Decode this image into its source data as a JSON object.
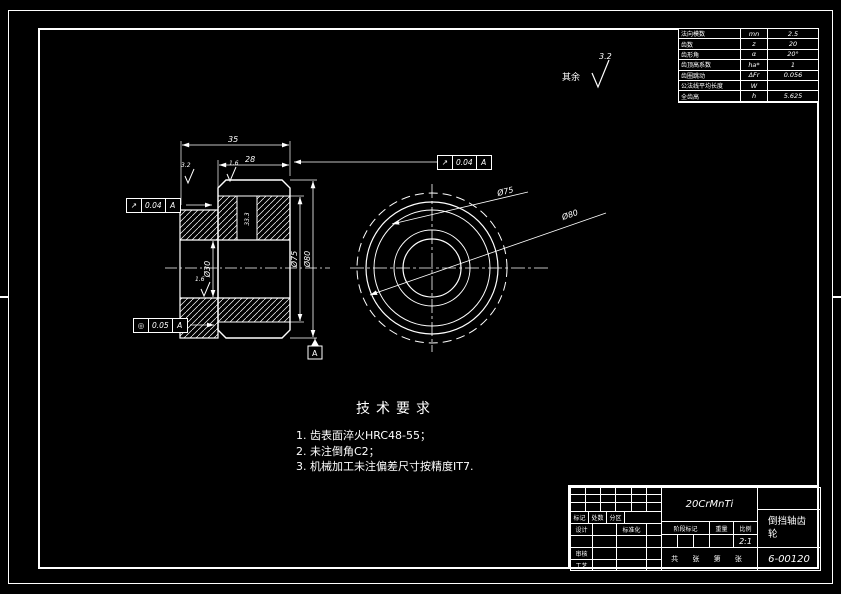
{
  "drawing": {
    "surface_note": {
      "label": "其余",
      "roughness": "3.2"
    },
    "gear_table": {
      "rows": [
        {
          "label": "法向模数",
          "symbol": "mn",
          "value": "2.5"
        },
        {
          "label": "齿数",
          "symbol": "z",
          "value": "20"
        },
        {
          "label": "齿形角",
          "symbol": "α",
          "value": "20°"
        },
        {
          "label": "齿顶高系数",
          "symbol": "ha*",
          "value": "1"
        },
        {
          "label": "齿圈跳动",
          "symbol": "ΔFr",
          "value": "0.056"
        },
        {
          "label": "公法线平均长度",
          "symbol": "W",
          "value": ""
        },
        {
          "label": "全齿高",
          "symbol": "h",
          "value": "5.625"
        }
      ]
    },
    "side_view": {
      "dim_total_width": "35",
      "dim_face_width": "28",
      "dim_bore": "Ø30",
      "dim_keyway": "33.3",
      "dim_root": "Ø75",
      "dim_tip": "Ø80",
      "roughness_1": "3.2",
      "roughness_2": "1.6",
      "roughness_3": "1.6",
      "datum_label": "A",
      "fcf_left": {
        "symbol": "↗",
        "tolerance": "0.04",
        "datum": "A"
      },
      "fcf_right": {
        "symbol": "↗",
        "tolerance": "0.04",
        "datum": "A"
      },
      "fcf_bottom": {
        "symbol": "◎",
        "tolerance": "0.05",
        "datum": "A"
      }
    },
    "front_view": {
      "leader_dim_1": "Ø75",
      "leader_dim_2": "Ø80"
    },
    "tech_requirements": {
      "title": "技术要求",
      "items": [
        "1. 齿表面淬火HRC48-55；",
        "2. 未注倒角C2；",
        "3. 机械加工未注偏差尺寸按精度IT7."
      ]
    },
    "title_block": {
      "material": "20CrMnTi",
      "part_name": "倒挡轴齿轮",
      "drawing_number": "6-00120",
      "scale_value": "2:1",
      "labels": {
        "mark": "标记",
        "count": "处数",
        "zone": "分区",
        "design": "设计",
        "standardize": "标准化",
        "audit": "审核",
        "process": "工艺",
        "stage_mark": "阶段标记",
        "weight": "重量",
        "scale": "比例",
        "sheet_info": "共 张 第 张"
      }
    }
  }
}
